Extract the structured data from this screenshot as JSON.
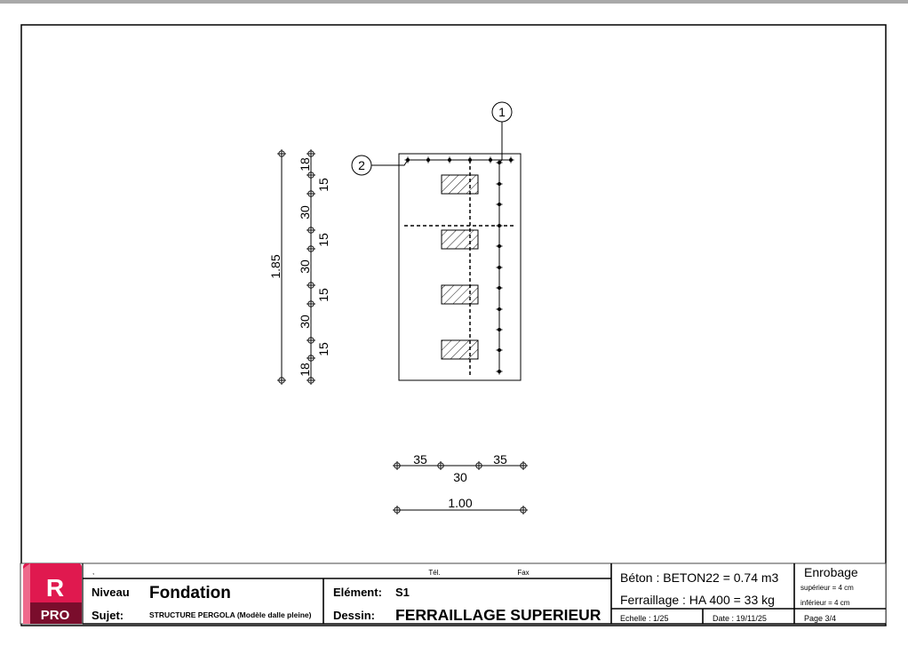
{
  "drawing": {
    "callouts": [
      "1",
      "2"
    ],
    "overall_height_label": "1.85",
    "vertical_chain": [
      {
        "label": "18",
        "side": "left"
      },
      {
        "label": "15",
        "side": "right"
      },
      {
        "label": "30",
        "side": "left"
      },
      {
        "label": "15",
        "side": "right"
      },
      {
        "label": "30",
        "side": "left"
      },
      {
        "label": "15",
        "side": "right"
      },
      {
        "label": "30",
        "side": "left"
      },
      {
        "label": "15",
        "side": "right"
      },
      {
        "label": "18",
        "side": "left"
      }
    ],
    "horizontal_chain": [
      "35",
      "30",
      "35"
    ],
    "overall_width_label": "1.00"
  },
  "title_block": {
    "logo": {
      "letter": "R",
      "badge": "PRO",
      "color": "#e0194f",
      "dark": "#7a0d2c"
    },
    "comma": ",",
    "tel_label": "Tél.",
    "fax_label": "Fax",
    "niveau_label": "Niveau",
    "niveau_value": "Fondation",
    "sujet_label": "Sujet:",
    "sujet_value": "STRUCTURE PERGOLA (Modèle dalle pleine)",
    "element_label": "Elément:",
    "element_value": "S1",
    "dessin_label": "Dessin:",
    "dessin_value": "FERRAILLAGE SUPERIEUR",
    "beton": "Béton : BETON22 = 0.74 m3",
    "ferraillage": "Ferraillage : HA 400 = 33 kg",
    "enrobage_title": "Enrobage",
    "enrobage_sup": "supérieur = 4 cm",
    "enrobage_inf": "inférieur = 4 cm",
    "echelle": "Echelle : 1/25",
    "date": "Date  : 19/11/25",
    "page": "Page 3/4"
  }
}
